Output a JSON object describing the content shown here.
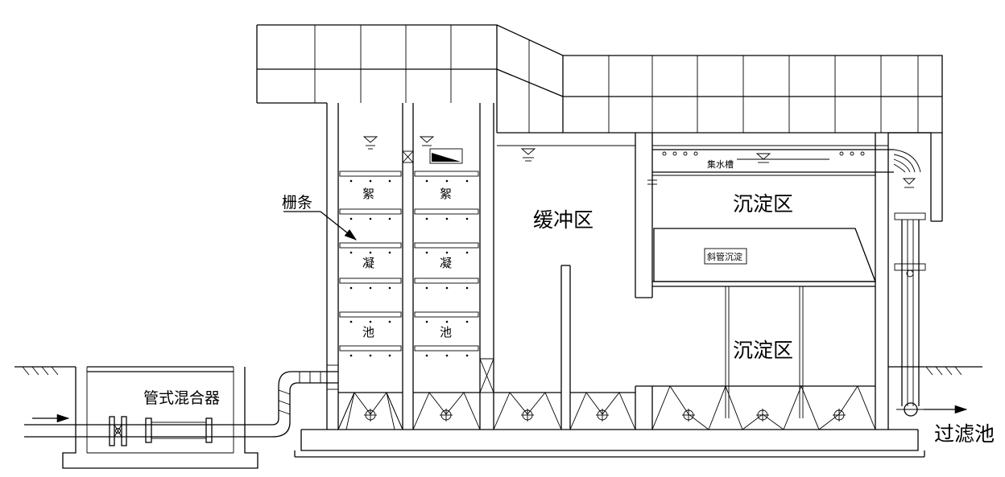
{
  "labels": {
    "mixer": "管式混合器",
    "grille": "栅条",
    "floc_1": "絮",
    "floc_2": "凝",
    "floc_3": "池",
    "buffer": "缓冲区",
    "settling_upper": "沉淀区",
    "settling_lower": "沉淀区",
    "inclined_tubes": "斜管沉淀",
    "collector": "集水槽",
    "filter": "过滤池"
  },
  "colors": {
    "line": "#000000",
    "background": "#ffffff",
    "sludge_fill": "#e8e8e8"
  },
  "icons": [
    "ground-hatch-icon",
    "water-level-icon",
    "flow-arrow-icon",
    "gate-valve-icon",
    "sludge-hopper-icon"
  ]
}
